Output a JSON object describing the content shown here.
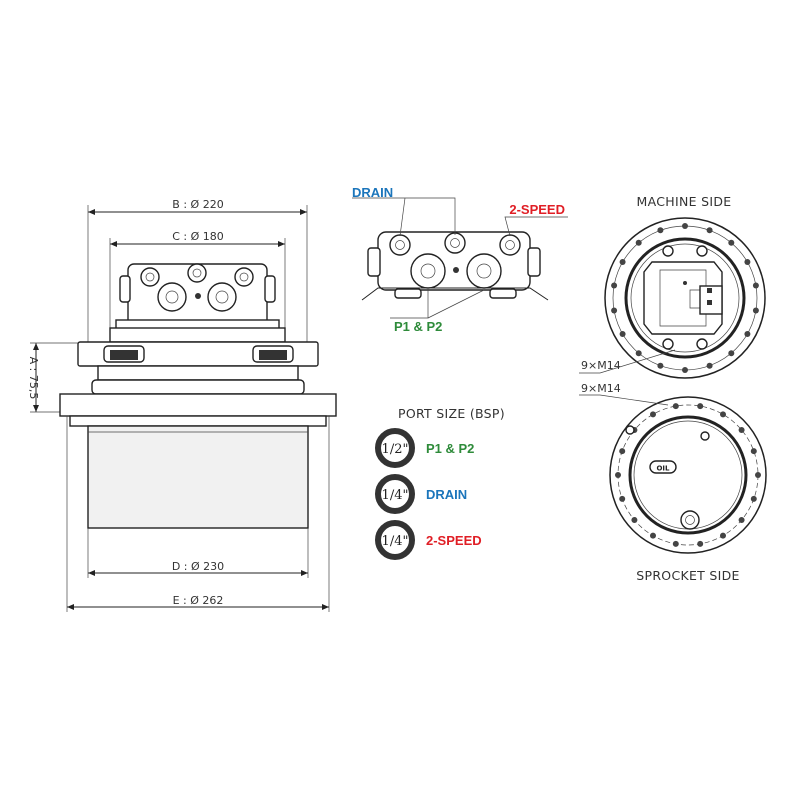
{
  "colors": {
    "drain": "#1b75bb",
    "speed": "#e01e25",
    "p1p2": "#2e8b3a"
  },
  "dimensions": {
    "b": "B : Ø 220",
    "c": "C : Ø 180",
    "a": "A : 75,5",
    "d": "D : Ø 230",
    "e": "E : Ø 262"
  },
  "port_callouts": {
    "drain": "DRAIN",
    "speed": "2-SPEED",
    "p1p2": "P1 & P2"
  },
  "port_size": {
    "title": "PORT SIZE (BSP)",
    "items": [
      {
        "size": "1/2\"",
        "label": "P1 & P2"
      },
      {
        "size": "1/4\"",
        "label": "DRAIN"
      },
      {
        "size": "1/4\"",
        "label": "2-SPEED"
      }
    ]
  },
  "machine_side": {
    "title": "MACHINE SIDE",
    "bolts": "9×M14"
  },
  "sprocket_side": {
    "title": "SPROCKET SIDE",
    "bolts": "9×M14",
    "oil": "OIL"
  }
}
